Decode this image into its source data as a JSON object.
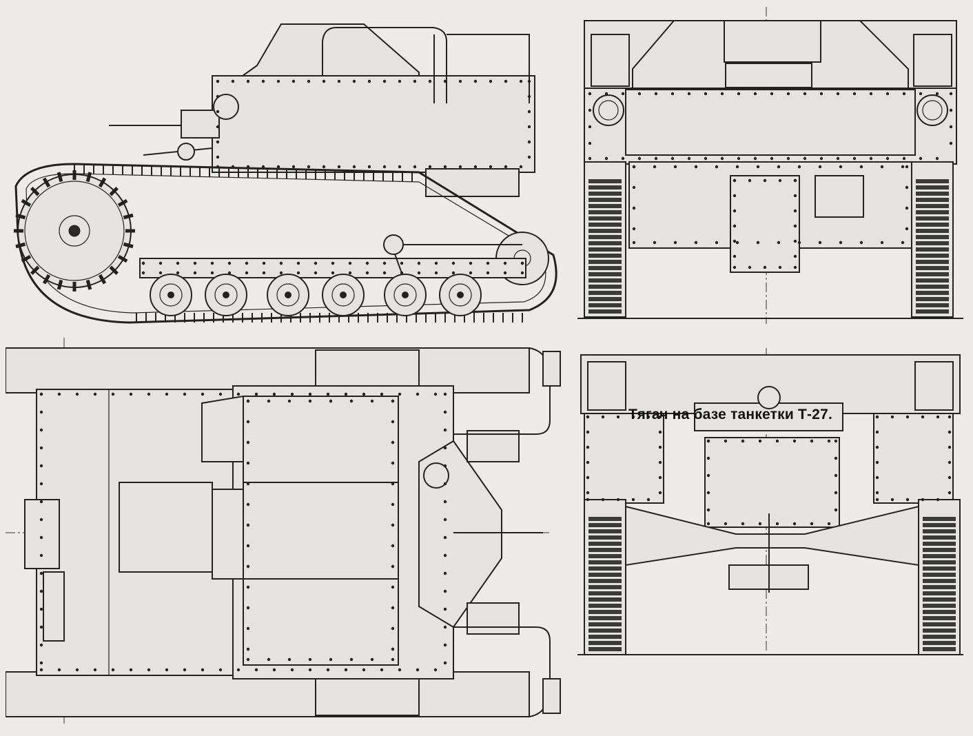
{
  "figure": {
    "caption": "Тягач на базе танкетки Т-27.",
    "views": [
      "side-view",
      "front-view",
      "top-view",
      "rear-view"
    ]
  }
}
